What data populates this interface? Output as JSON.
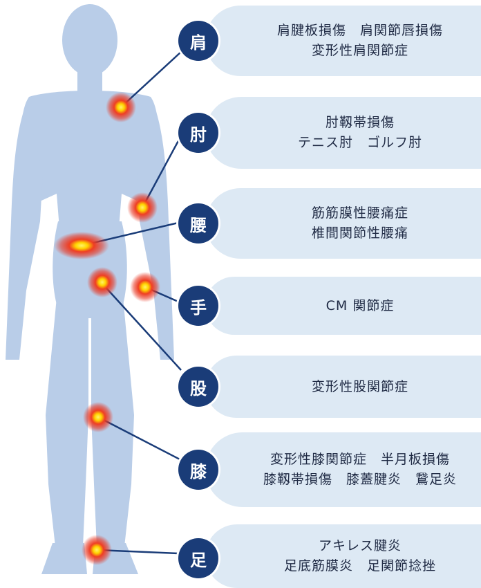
{
  "categories": [
    {
      "label": "肩",
      "lines": [
        "肩腱板損傷　肩関節唇損傷",
        "変形性肩関節症"
      ]
    },
    {
      "label": "肘",
      "lines": [
        "肘靱帯損傷",
        "テニス肘　ゴルフ肘"
      ]
    },
    {
      "label": "腰",
      "lines": [
        "筋筋膜性腰痛症",
        "椎間関節性腰痛"
      ]
    },
    {
      "label": "手",
      "lines": [
        "CM 関節症"
      ]
    },
    {
      "label": "股",
      "lines": [
        "変形性股関節症"
      ]
    },
    {
      "label": "膝",
      "lines": [
        "変形性膝関節症　半月板損傷",
        "膝靱帯損傷　膝蓋腱炎　鵞足炎"
      ]
    },
    {
      "label": "足",
      "lines": [
        "アキレス腱炎",
        "足底筋膜炎　足関節捻挫"
      ]
    }
  ],
  "colors": {
    "body": "#b9cde8",
    "card": "#dde9f4",
    "badge": "#1a3c78",
    "connector": "#1a3c78",
    "pain_outer": "#e8331f",
    "pain_inner": "#ffe400"
  }
}
